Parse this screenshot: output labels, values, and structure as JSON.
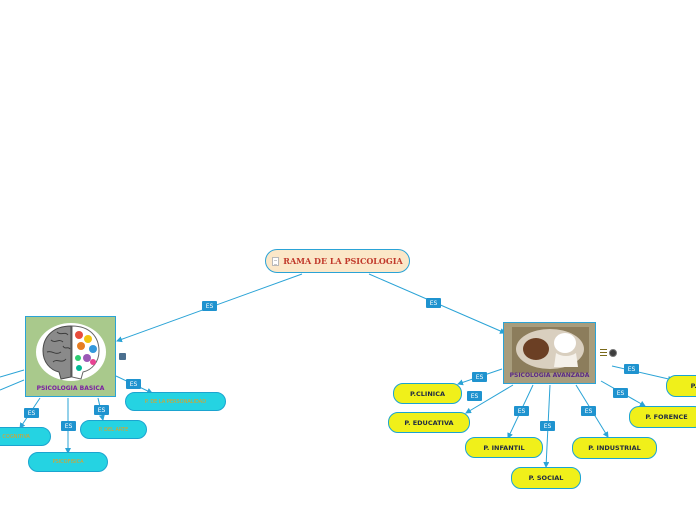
{
  "root": {
    "label": "RAMA DE LA PSICOLOGIA",
    "icon": "document-icon"
  },
  "connector_label": "ES",
  "colors": {
    "link": "#2aa3d6",
    "root_fill": "#fbe7c8",
    "yellow_fill": "#f0f01a",
    "cyan_fill": "#25d3e2",
    "label_fill": "#1f93cf"
  },
  "branches": {
    "basica": {
      "label": "PSICOLOGIA BASICA",
      "children": [
        "P. DE LA PERSONALIDAD",
        "P. DEL ARTE",
        "PSICOFISICA",
        "P. COGNITIVA"
      ]
    },
    "avanzada": {
      "label": "PSICOLOGIA AVANZADA",
      "children": [
        "P.CLINICA",
        "P. EDUCATIVA",
        "P. INFANTIL",
        "P. SOCIAL",
        "P. INDUSTRIAL",
        "P. FORENCE",
        "P. I"
      ]
    }
  }
}
